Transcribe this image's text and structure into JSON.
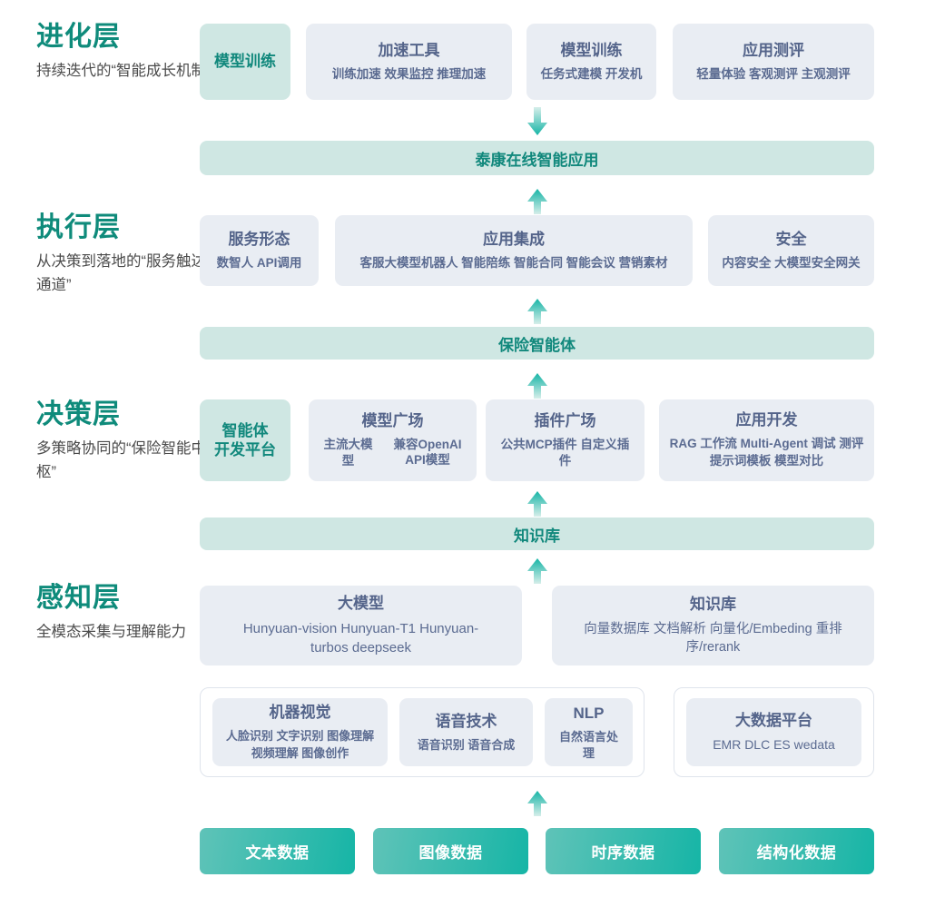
{
  "layers": [
    {
      "title": "进化层",
      "desc": "持续迭代的“智能成长机制”"
    },
    {
      "title": "执行层",
      "desc": "从决策到落地的“服务触达通道”"
    },
    {
      "title": "决策层",
      "desc": "多策略协同的“保险智能中枢”"
    },
    {
      "title": "感知层",
      "desc": "全模态采集与理解能力"
    }
  ],
  "evolution_cards": [
    {
      "title": "模型训练",
      "sub": ""
    },
    {
      "title": "加速工具",
      "sub": "训练加速 效果监控 推理加速"
    },
    {
      "title": "模型训练",
      "sub": "任务式建模 开发机"
    },
    {
      "title": "应用测评",
      "sub": "轻量体验 客观测评 主观测评"
    }
  ],
  "banner_app": "泰康在线智能应用",
  "execution_cards": [
    {
      "title": "服务形态",
      "sub": "数智人 API调用"
    },
    {
      "title": "应用集成",
      "sub": "客服大模型机器人 智能陪练 智能合同 智能会议 营销素材"
    },
    {
      "title": "安全",
      "sub": "内容安全 大模型安全网关"
    }
  ],
  "banner_agent": "保险智能体",
  "decision_cards": [
    {
      "title": "智能体",
      "title2": "开发平台",
      "sub": ""
    },
    {
      "title": "模型广场",
      "sub": "主流大模型",
      "sub2": "兼容OpenAI API模型"
    },
    {
      "title": "插件广场",
      "sub": "公共MCP插件 自定义插件"
    },
    {
      "title": "应用开发",
      "sub": "RAG 工作流 Multi-Agent 调试 测评 提示词模板 模型对比"
    }
  ],
  "banner_kb": "知识库",
  "perception_cards": [
    {
      "title": "大模型",
      "sub": "Hunyuan-vision Hunyuan-T1 Hunyuan-turbos deepseek"
    },
    {
      "title": "知识库",
      "sub": "向量数据库 文档解析 向量化/Embeding 重排序/rerank"
    }
  ],
  "tech_cards": [
    {
      "title": "机器视觉",
      "sub": "人脸识别 文字识别 图像理解 视频理解 图像创作"
    },
    {
      "title": "语音技术",
      "sub": "语音识别 语音合成"
    },
    {
      "title": "NLP",
      "sub": "自然语言处理"
    },
    {
      "title": "大数据平台",
      "sub": "EMR DLC ES wedata"
    }
  ],
  "data_chips": [
    "文本数据",
    "图像数据",
    "时序数据",
    "结构化数据"
  ],
  "colors": {
    "accent_teal": "#0f8b7b",
    "card_bg": "#e9edf3",
    "teal_card_bg": "#cfe7e3",
    "card_text": "#54648a",
    "chip_gradient_start": "#5fc3b8",
    "chip_gradient_end": "#16b5a6"
  },
  "arrows": [
    {
      "name": "arrow-down-evolution",
      "direction": "down"
    },
    {
      "name": "arrow-up-execution",
      "direction": "up"
    },
    {
      "name": "arrow-up-agent",
      "direction": "up"
    },
    {
      "name": "arrow-up-decision",
      "direction": "up"
    },
    {
      "name": "arrow-up-knowledge",
      "direction": "up"
    },
    {
      "name": "arrow-up-perception",
      "direction": "up"
    }
  ]
}
